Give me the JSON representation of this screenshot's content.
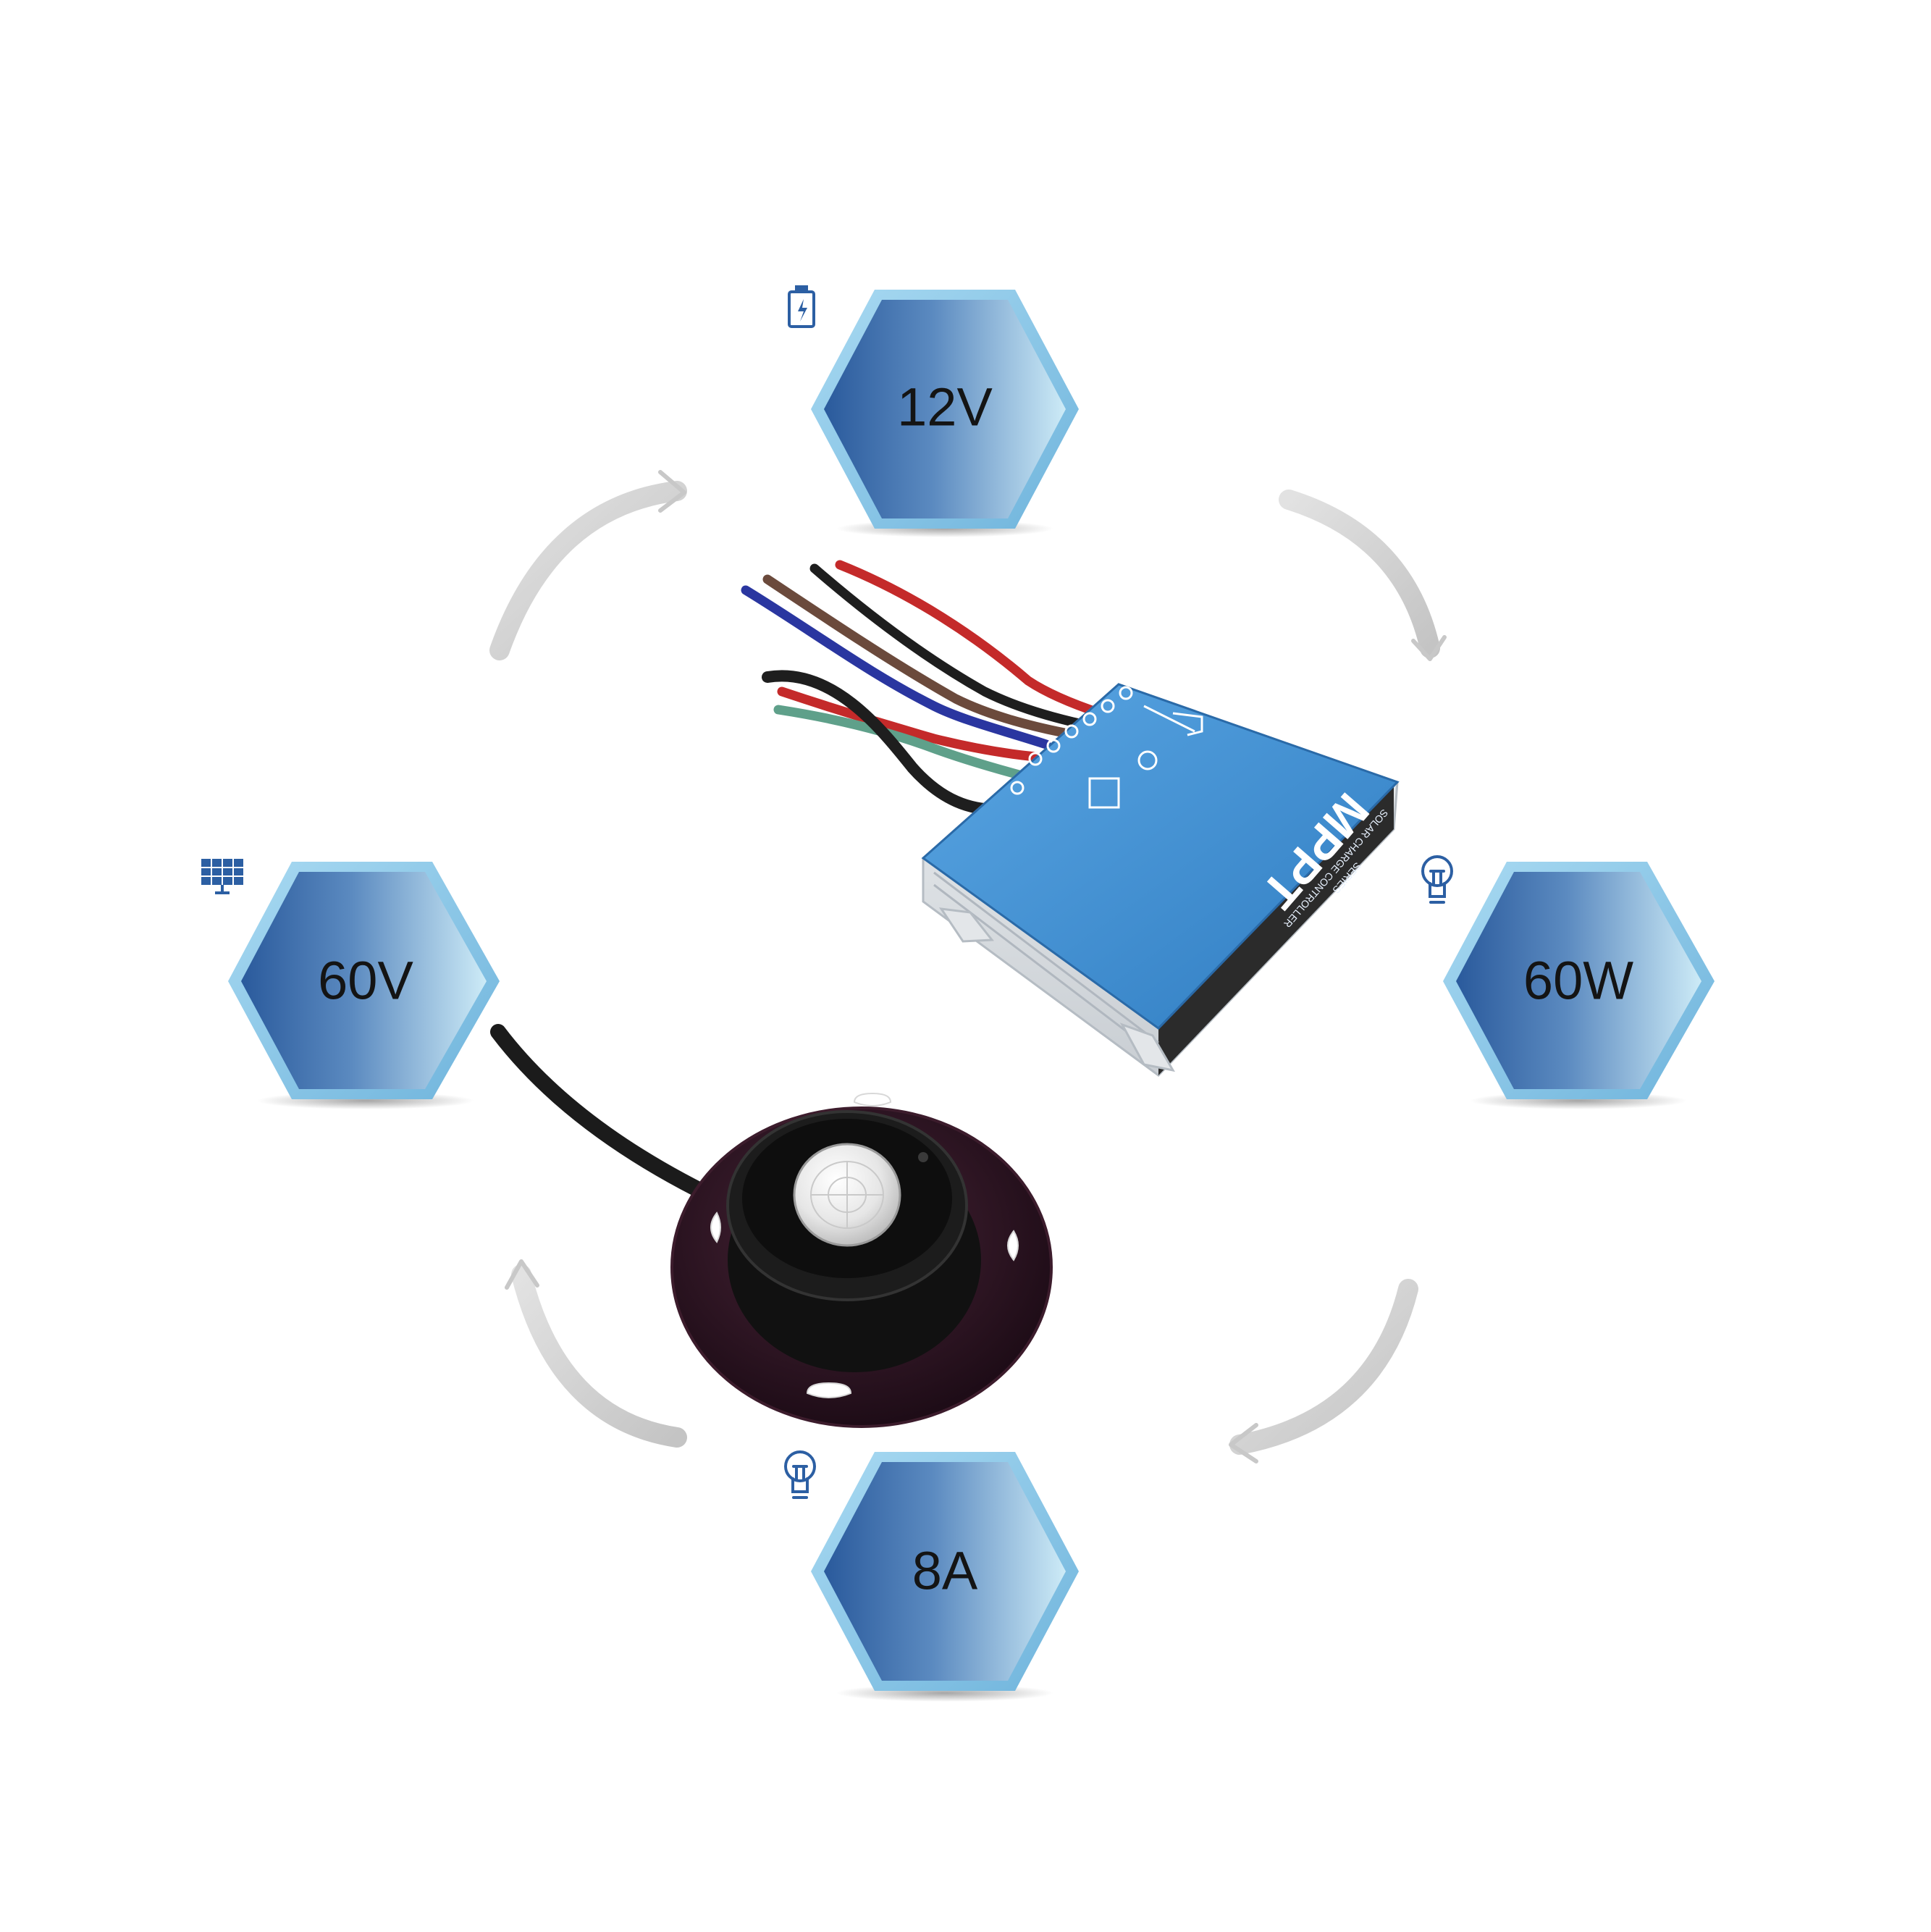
{
  "specs": [
    {
      "id": "battery",
      "value": "12V",
      "icon": "battery-icon"
    },
    {
      "id": "solar",
      "value": "60V",
      "icon": "solar-panel-icon"
    },
    {
      "id": "power",
      "value": "60W",
      "icon": "light-bulb-icon"
    },
    {
      "id": "current",
      "value": "8A",
      "icon": "light-bulb-icon"
    }
  ],
  "product": {
    "controller_brand": "MPPT",
    "controller_subtitle": "SOLAR CHARGE CONTROLLER",
    "controller_series": "SERIES",
    "sensor": "pir-motion-sensor"
  },
  "colors": {
    "hex_dark": "#2a5a9c",
    "hex_light": "#cfeaf6",
    "hex_border": "#8cc7e8",
    "arrow": "#d3d3d3",
    "controller_blue": "#3b8ad0",
    "icon_blue": "#2c5fa3"
  }
}
